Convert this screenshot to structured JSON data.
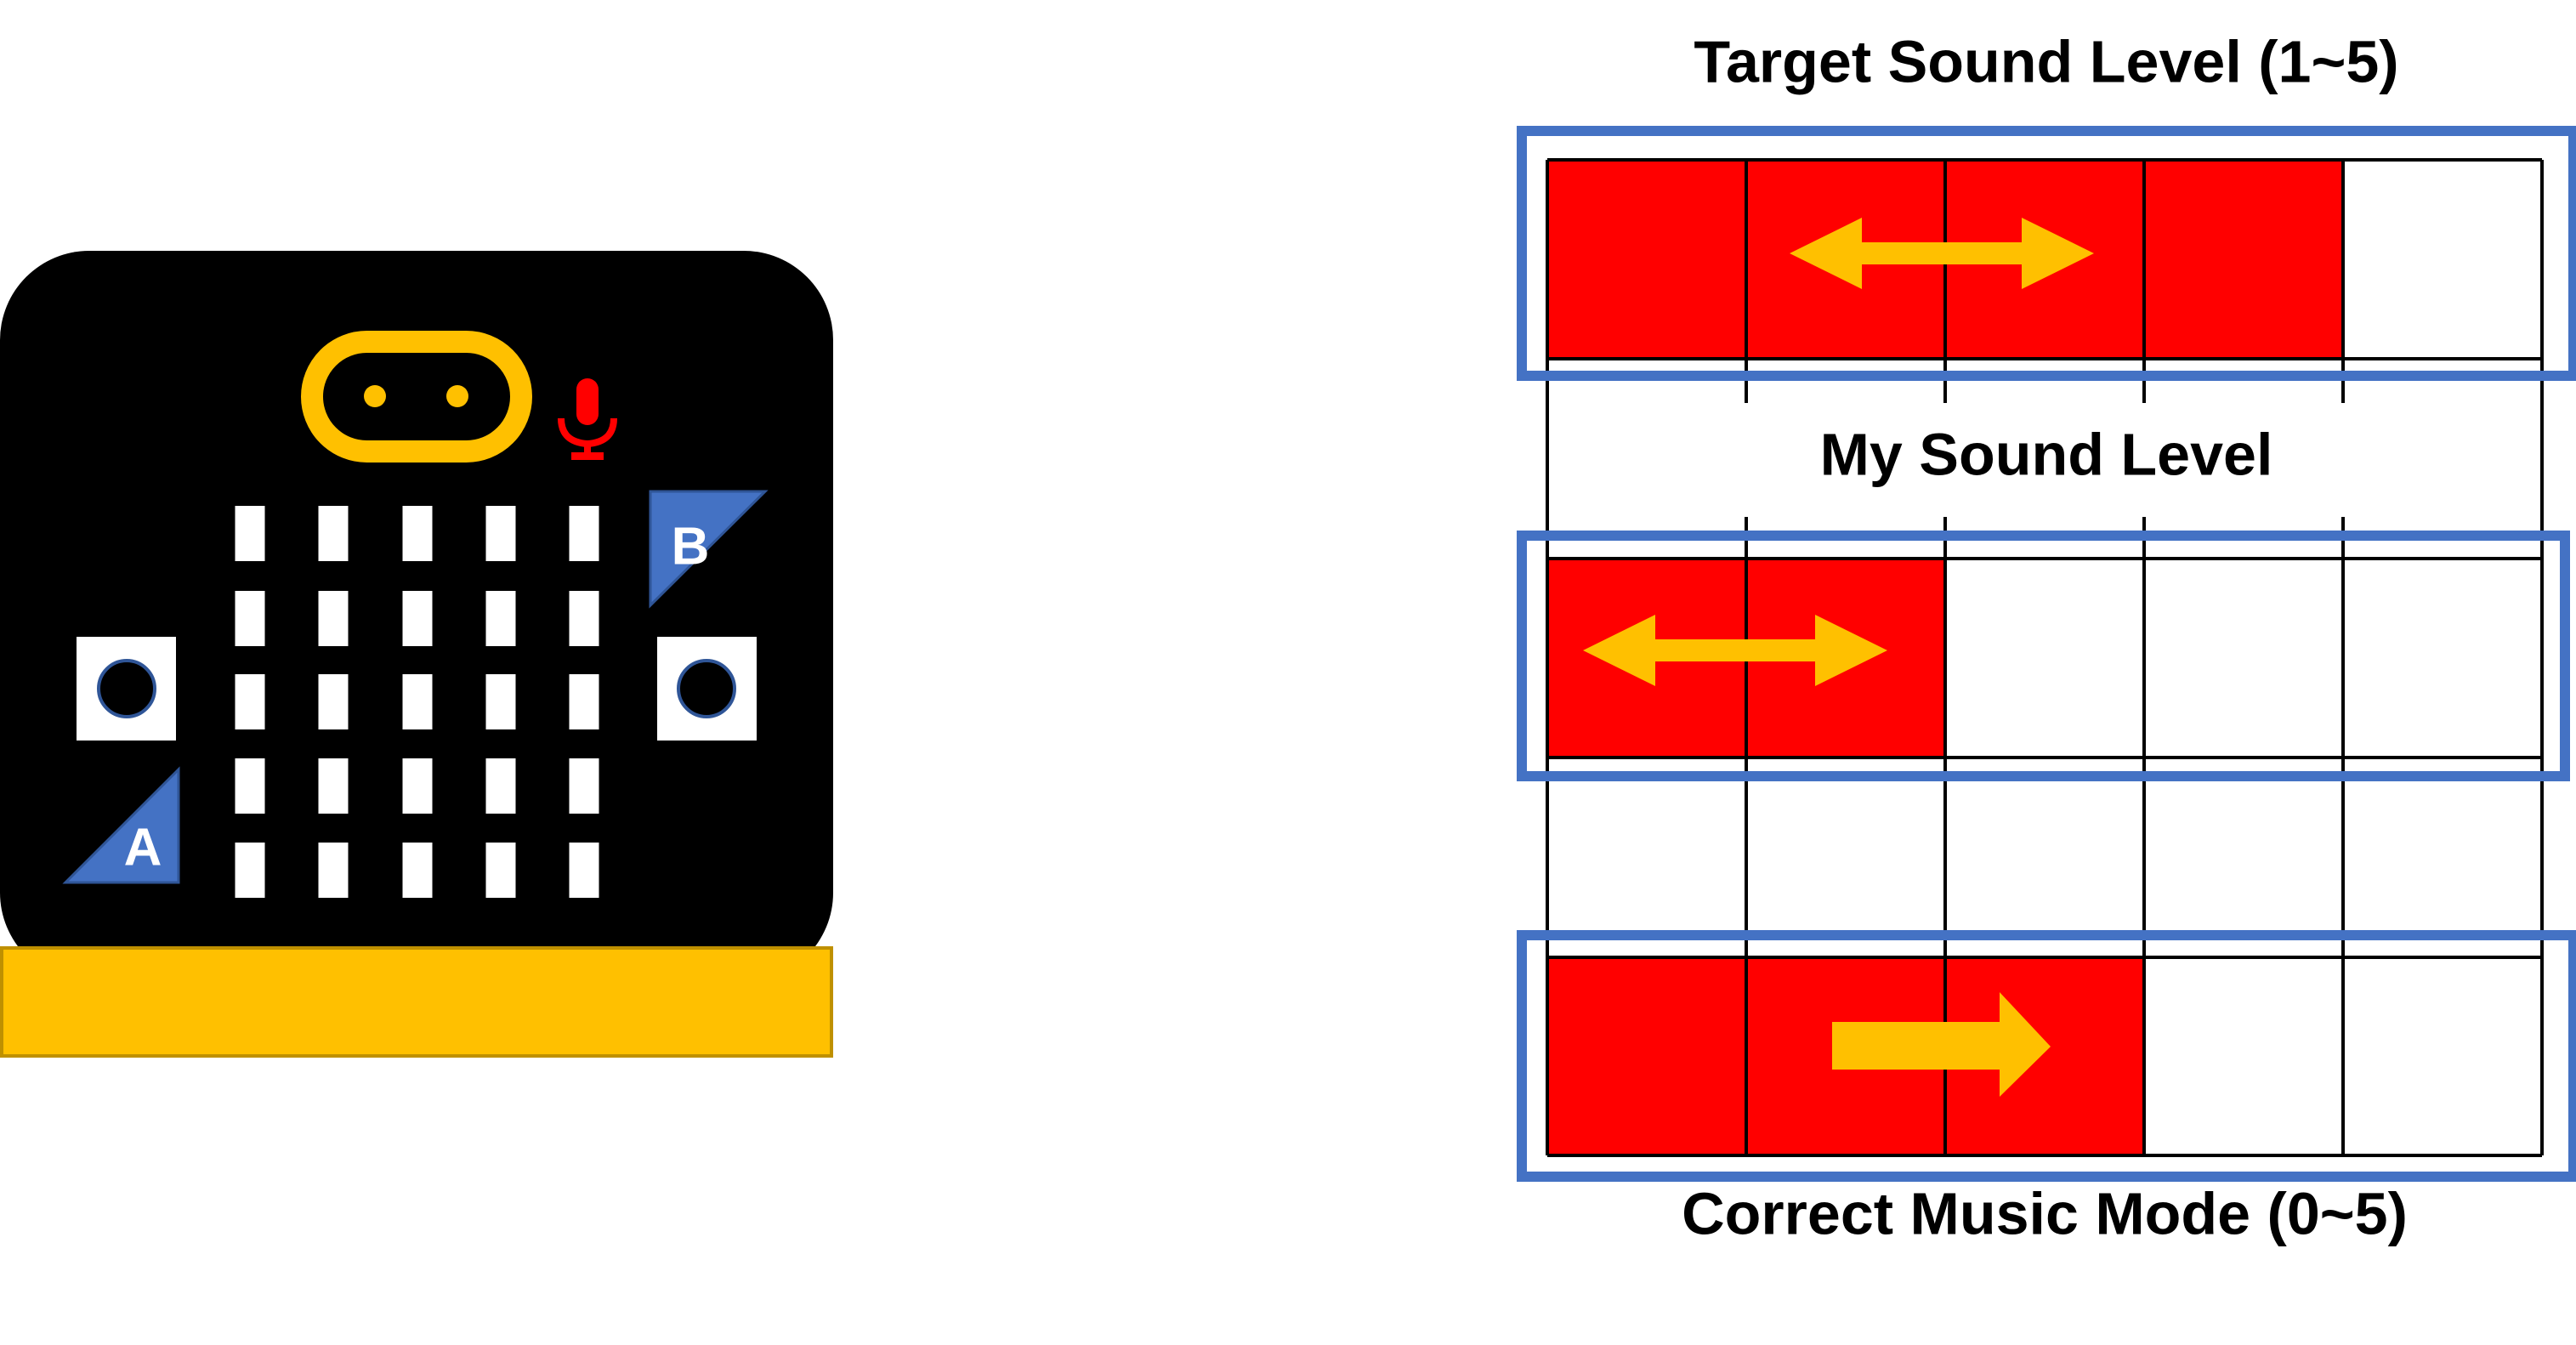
{
  "colors": {
    "board": "#000000",
    "edge_connector": "#FFC000",
    "edge_connector_border": "#BF9000",
    "logo": "#FFC000",
    "microphone": "#FF0000",
    "led": "#FFFFFF",
    "button_triangle": "#4472C4",
    "button_pad": "#FFFFFF",
    "button_circle": "#000000",
    "button_circle_border": "#2F5597",
    "lit_cell": "#FF0000",
    "grid_line": "#000000",
    "highlight_box": "#4472C4",
    "arrow": "#FFC000",
    "label_text": "#000000"
  },
  "microbit": {
    "button_a_label": "A",
    "button_b_label": "B",
    "logo_icon": "microbit-logo-icon",
    "mic_icon": "microphone-icon",
    "led_rows": 5,
    "led_cols": 5
  },
  "led_display": {
    "rows": 5,
    "cols": 5,
    "lit": [
      [
        true,
        true,
        true,
        true,
        false
      ],
      [
        false,
        false,
        false,
        false,
        false
      ],
      [
        true,
        true,
        false,
        false,
        false
      ],
      [
        false,
        false,
        false,
        false,
        false
      ],
      [
        true,
        true,
        true,
        false,
        false
      ]
    ]
  },
  "sections": [
    {
      "label": "Target Sound Level (1~5)",
      "row": 0,
      "arrow": "double-arrow-icon"
    },
    {
      "label": "My Sound Level",
      "row": 2,
      "arrow": "double-arrow-icon"
    },
    {
      "label": "Correct Music Mode (0~5)",
      "row": 4,
      "arrow": "right-arrow-icon"
    }
  ]
}
